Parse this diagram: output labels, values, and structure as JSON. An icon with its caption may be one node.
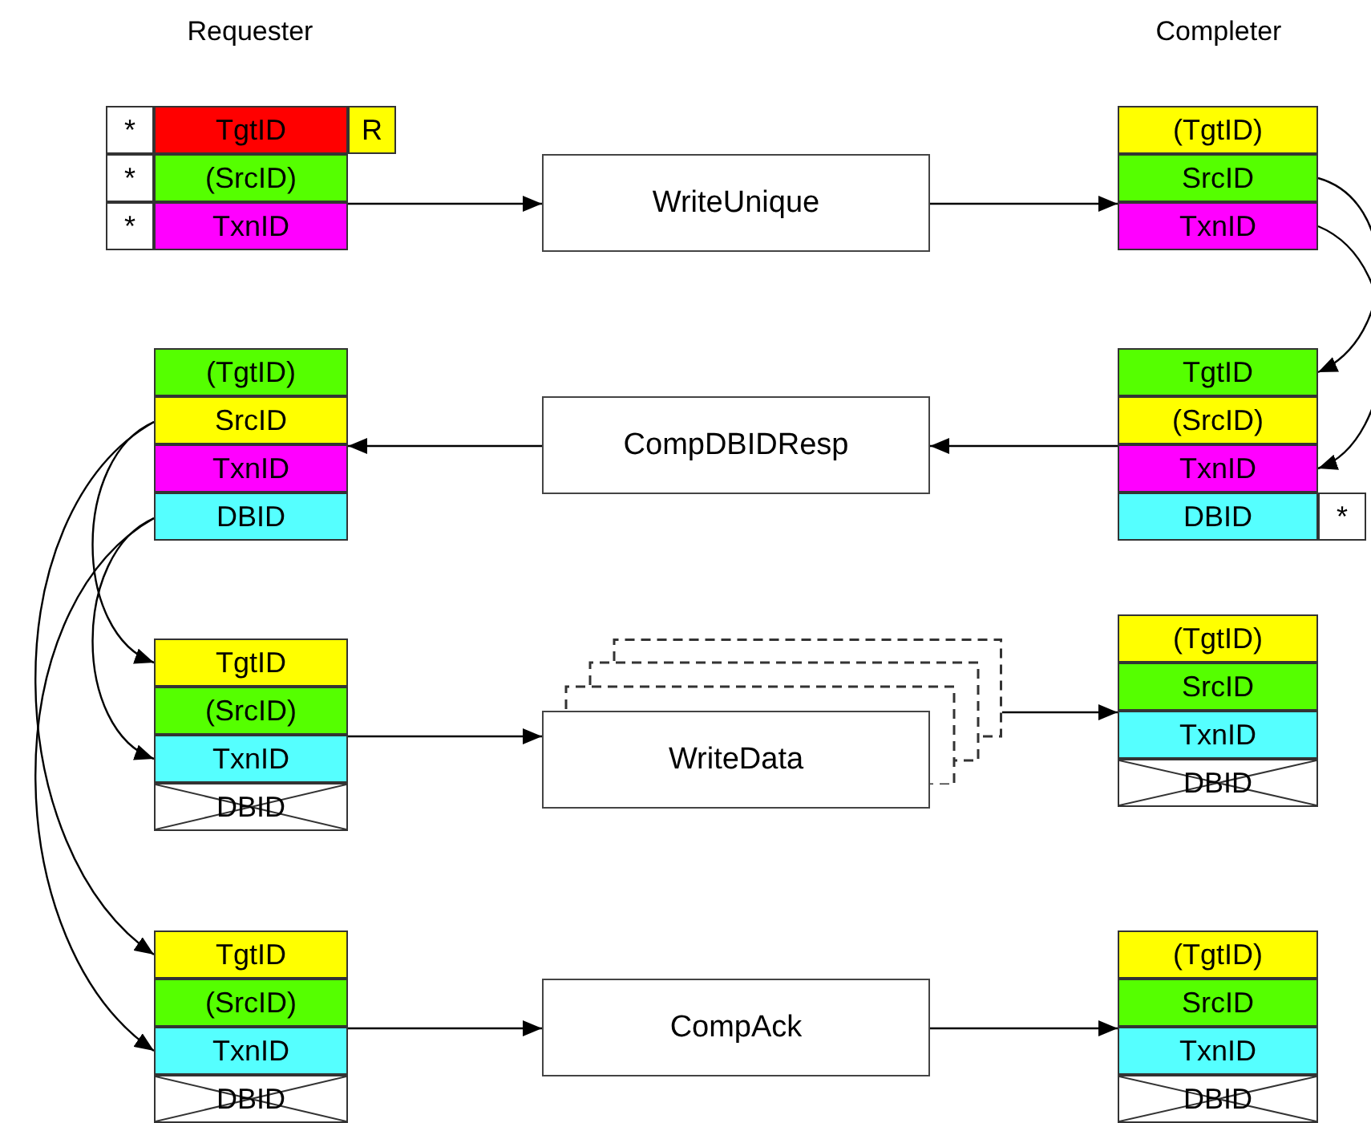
{
  "diagram": {
    "nodes": [
      {
        "text": [
          "*"
        ]
      },
      {
        "text": [
          "TgtID"
        ]
      },
      {
        "text": [
          "R"
        ]
      },
      {
        "text": [
          "*"
        ]
      },
      {
        "text": [
          "(SrcID)"
        ]
      },
      {
        "text": [
          "*"
        ]
      },
      {
        "text": [
          "TxnID"
        ]
      },
      {
        "text": [
          "WriteUnique"
        ]
      },
      {
        "text": [
          "(TgtID)"
        ]
      },
      {
        "text": [
          "SrcID"
        ]
      },
      {
        "text": [
          "TxnID"
        ]
      },
      {
        "text": [
          "(TgtID)"
        ]
      },
      {
        "text": [
          "SrcID"
        ]
      },
      {
        "text": [
          "TxnID"
        ]
      },
      {
        "text": [
          "DBID"
        ]
      },
      {
        "text": [
          "CompDBIDResp"
        ]
      },
      {
        "text": [
          "TgtID"
        ]
      },
      {
        "text": [
          "(SrcID)"
        ]
      },
      {
        "text": [
          "TxnID"
        ]
      },
      {
        "text": [
          "DBID"
        ]
      },
      {
        "text": [
          "*"
        ]
      },
      {
        "text": [
          "TgtID"
        ]
      },
      {
        "text": [
          "(SrcID)"
        ]
      },
      {
        "text": [
          "TxnID"
        ]
      },
      {
        "text": [
          "DBID"
        ]
      },
      {
        "text": [
          "WriteData"
        ]
      },
      {
        "text": [
          "(TgtID)"
        ]
      },
      {
        "text": [
          "SrcID"
        ]
      },
      {
        "text": [
          "TxnID"
        ]
      },
      {
        "text": [
          "DBID"
        ]
      },
      {
        "text": [
          "TgtID"
        ]
      },
      {
        "text": [
          "(SrcID)"
        ]
      },
      {
        "text": [
          "TxnID"
        ]
      },
      {
        "text": [
          "DBID"
        ]
      },
      {
        "text": [
          "CompAck"
        ]
      },
      {
        "text": [
          "(TgtID)"
        ]
      },
      {
        "text": [
          "SrcID"
        ]
      },
      {
        "text": [
          "TxnID"
        ]
      },
      {
        "text": [
          "DBID"
        ]
      }
    ],
    "edges": [
      {
        "from": 6,
        "to": 7,
        "arrow": "to"
      },
      {
        "from": 7,
        "to": 10,
        "arrow": "to"
      },
      {
        "from": 9,
        "to": 16,
        "arrow": "to"
      },
      {
        "from": 10,
        "to": 18,
        "arrow": "to"
      },
      {
        "from": 18,
        "to": 15,
        "arrow": "to"
      },
      {
        "from": 15,
        "to": 13,
        "arrow": "to"
      },
      {
        "from": 12,
        "to": 21,
        "arrow": "to"
      },
      {
        "from": 12,
        "to": 30,
        "arrow": "to"
      },
      {
        "from": 14,
        "to": 23,
        "arrow": "to"
      },
      {
        "from": 14,
        "to": 32,
        "arrow": "to"
      },
      {
        "from": 23,
        "to": 25,
        "arrow": "to"
      },
      {
        "from": 25,
        "to": 28,
        "arrow": "to"
      },
      {
        "from": 32,
        "to": 34,
        "arrow": "to"
      },
      {
        "from": 34,
        "to": 37,
        "arrow": "to"
      }
    ],
    "labels": [
      "Requester",
      "Completer"
    ]
  }
}
